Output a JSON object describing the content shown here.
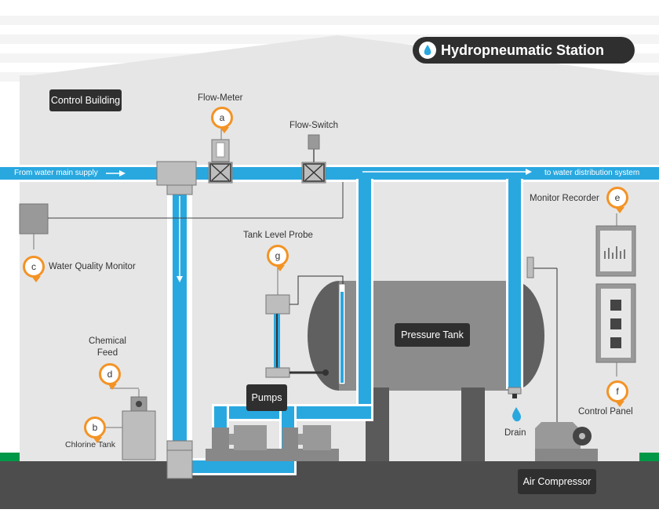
{
  "title": "Hydropneumatic Station",
  "labels": {
    "control_building": "Control Building",
    "flow_meter": "Flow-Meter",
    "flow_switch": "Flow-Switch",
    "from_main": "From water main supply",
    "to_distribution": "to water distribution system",
    "monitor_recorder": "Monitor Recorder",
    "water_quality_monitor": "Water Quality Monitor",
    "tank_level_probe": "Tank Level Probe",
    "pressure_tank": "Pressure Tank",
    "chemical_feed": "Chemical\nFeed",
    "pumps": "Pumps",
    "chlorine_tank": "Chlorine Tank",
    "drain": "Drain",
    "control_panel": "Control Panel",
    "air_compressor": "Air Compressor"
  },
  "markers": {
    "a": "a",
    "b": "b",
    "c": "c",
    "d": "d",
    "e": "e",
    "f": "f",
    "g": "g"
  },
  "colors": {
    "pipe": "#29a8e0",
    "building": "#e6e6e6",
    "ground": "#4d4d4d",
    "grass": "#009846",
    "marker": "#f39325",
    "label_box": "#2f2f2f",
    "equipment": "#999999"
  },
  "icons": {
    "title": "water-drop-icon",
    "drain": "water-drop-icon"
  }
}
